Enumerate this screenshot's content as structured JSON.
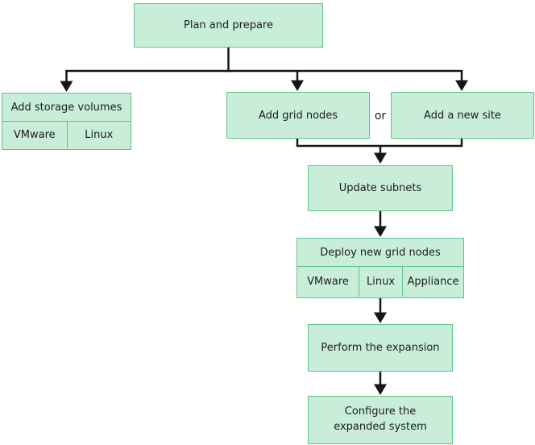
{
  "or_label": "or",
  "colors": {
    "node_fill": "#c8edd9",
    "node_border": "#61c28d",
    "connector": "#161616",
    "text": "#1d1d1d",
    "background": "#ffffff"
  },
  "nodes": {
    "plan_and_prepare": {
      "label": "Plan and prepare"
    },
    "add_storage_volumes": {
      "label": "Add storage volumes",
      "platforms": [
        "VMware",
        "Linux"
      ]
    },
    "add_grid_nodes": {
      "label": "Add grid nodes"
    },
    "add_new_site": {
      "label": "Add a new site"
    },
    "update_subnets": {
      "label": "Update subnets"
    },
    "deploy_new_grid_nodes": {
      "label": "Deploy new grid nodes",
      "platforms": [
        "VMware",
        "Linux",
        "Appliance"
      ]
    },
    "perform_the_expansion": {
      "label": "Perform the expansion"
    },
    "configure_expanded_system": {
      "lines": [
        "Configure the",
        "expanded system"
      ]
    }
  }
}
